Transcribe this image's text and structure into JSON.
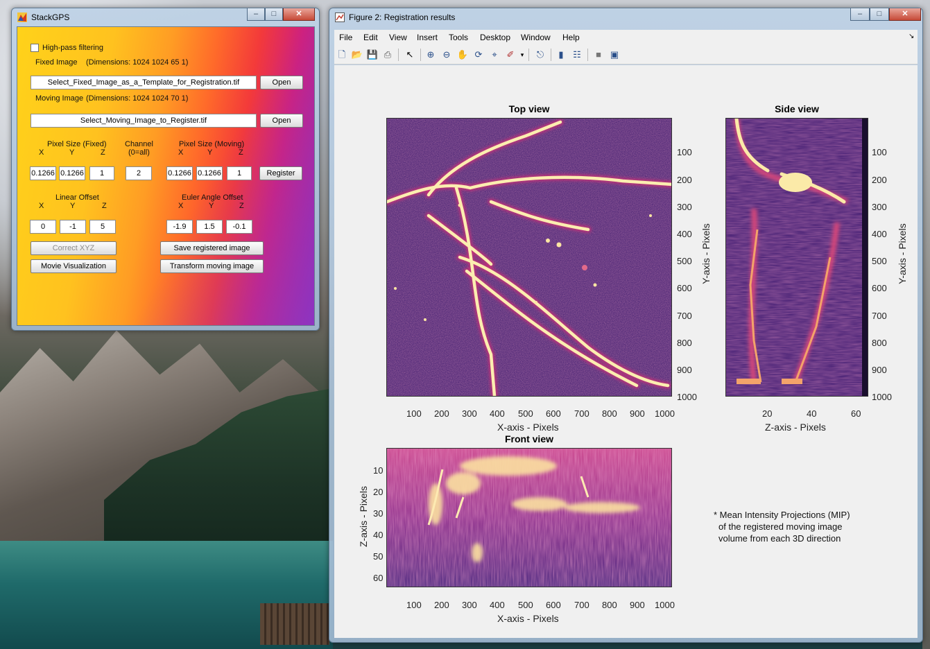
{
  "stackgps": {
    "title": "StackGPS",
    "highpass_label": "High-pass filtering",
    "fixed_label": "Fixed Image",
    "fixed_dims": "(Dimensions: 1024   1024    65     1)",
    "fixed_file": "Select_Fixed_Image_as_a_Template_for_Registration.tif",
    "moving_label": "Moving Image",
    "moving_dims": "(Dimensions: 1024   1024    70     1)",
    "moving_file": "Select_Moving_Image_to_Register.tif",
    "open_label": "Open",
    "pixel_fixed_label": "Pixel Size (Fixed)",
    "channel_label": "Channel",
    "channel_sub": "(0=all)",
    "pixel_moving_label": "Pixel Size (Moving)",
    "axis_x": "X",
    "axis_y": "Y",
    "axis_z": "Z",
    "pix_fixed_x": "0.1266",
    "pix_fixed_y": "0.1266",
    "pix_fixed_z": "1",
    "channel": "2",
    "pix_moving_x": "0.1266",
    "pix_moving_y": "0.1266",
    "pix_moving_z": "1",
    "register_label": "Register",
    "linear_label": "Linear Offset",
    "euler_label": "Euler Angle Offset",
    "lin_x": "0",
    "lin_y": "-1",
    "lin_z": "5",
    "eul_x": "-1.9",
    "eul_y": "1.5",
    "eul_z": "-0.1",
    "correct_label": "Correct XYZ",
    "save_label": "Save registered image",
    "movie_label": "Movie Visualization",
    "transform_label": "Transform moving image"
  },
  "figure": {
    "title": "Figure 2: Registration results",
    "menu": [
      "File",
      "Edit",
      "View",
      "Insert",
      "Tools",
      "Desktop",
      "Window",
      "Help"
    ],
    "top_title": "Top view",
    "side_title": "Side view",
    "front_title": "Front view",
    "xlabel": "X-axis - Pixels",
    "ylabel": "Y-axis - Pixels",
    "zlabel_x": "Z-axis - Pixels",
    "zlabel_y": "Z-axis - Pixels",
    "x_ticks": [
      "100",
      "200",
      "300",
      "400",
      "500",
      "600",
      "700",
      "800",
      "900",
      "1000"
    ],
    "y_ticks": [
      "100",
      "200",
      "300",
      "400",
      "500",
      "600",
      "700",
      "800",
      "900",
      "1000"
    ],
    "z_ticks_side": [
      "20",
      "40",
      "60"
    ],
    "z_ticks_front": [
      "10",
      "20",
      "30",
      "40",
      "50",
      "60"
    ],
    "note_line1": "* Mean Intensity Projections (MIP)",
    "note_line2": "of the registered moving image",
    "note_line3": "volume from each 3D direction"
  },
  "colors": {
    "magma_dark": "#3a1a6a",
    "magma_mid": "#c2337a",
    "magma_bright": "#fdf4b8"
  }
}
